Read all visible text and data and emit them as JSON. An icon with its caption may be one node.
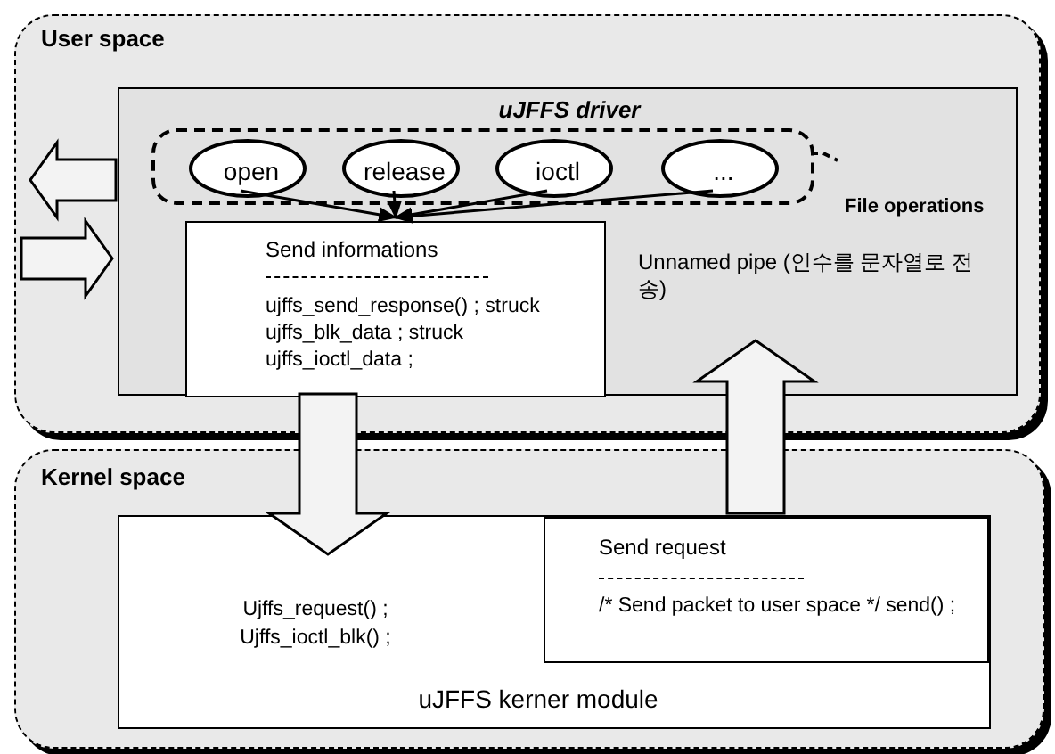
{
  "diagram": {
    "nodes": [
      {
        "text": [
          "User space"
        ]
      },
      {
        "text": [
          "uJFFS driver"
        ],
        "in": 0
      },
      {
        "text": [
          "File operations"
        ],
        "in": 1
      },
      {
        "text": [
          "open"
        ],
        "in": 2
      },
      {
        "text": [
          "release"
        ],
        "in": 2
      },
      {
        "text": [
          "ioctl"
        ],
        "in": 2
      },
      {
        "text": [
          "..."
        ],
        "in": 2
      },
      {
        "text": [
          "Send informations",
          "ujffs_send_response() ; struck ujffs_blk_data ; struck ujffs_ioctl_data ;"
        ],
        "in": 1
      },
      {
        "text": [
          "Kernel space"
        ]
      },
      {
        "text": [
          "Ujffs_request() ; Ujffs_ioctl_blk() ;",
          "uJFFS kerner module"
        ],
        "in": 8
      },
      {
        "text": [
          "Send request",
          "/* Send packet to user space */ send() ;"
        ],
        "in": 9
      }
    ],
    "edges": [
      {
        "from": 3,
        "to": 7,
        "arrow": "to"
      },
      {
        "from": 4,
        "to": 7,
        "arrow": "to"
      },
      {
        "from": 5,
        "to": 7,
        "arrow": "to"
      },
      {
        "from": 6,
        "to": 7,
        "arrow": "to"
      },
      {
        "from": 7,
        "to": 9,
        "arrow": "to",
        "style": "thick"
      },
      {
        "from": 10,
        "to": 1,
        "arrow": "to",
        "style": "thick"
      },
      {
        "from": 1,
        "to": null,
        "arrow": "to",
        "style": "thick"
      },
      {
        "from": null,
        "to": 1,
        "arrow": "to",
        "style": "thick"
      }
    ],
    "labels": [
      "Unnamed pipe (인수를 문자열로 전송)"
    ]
  }
}
